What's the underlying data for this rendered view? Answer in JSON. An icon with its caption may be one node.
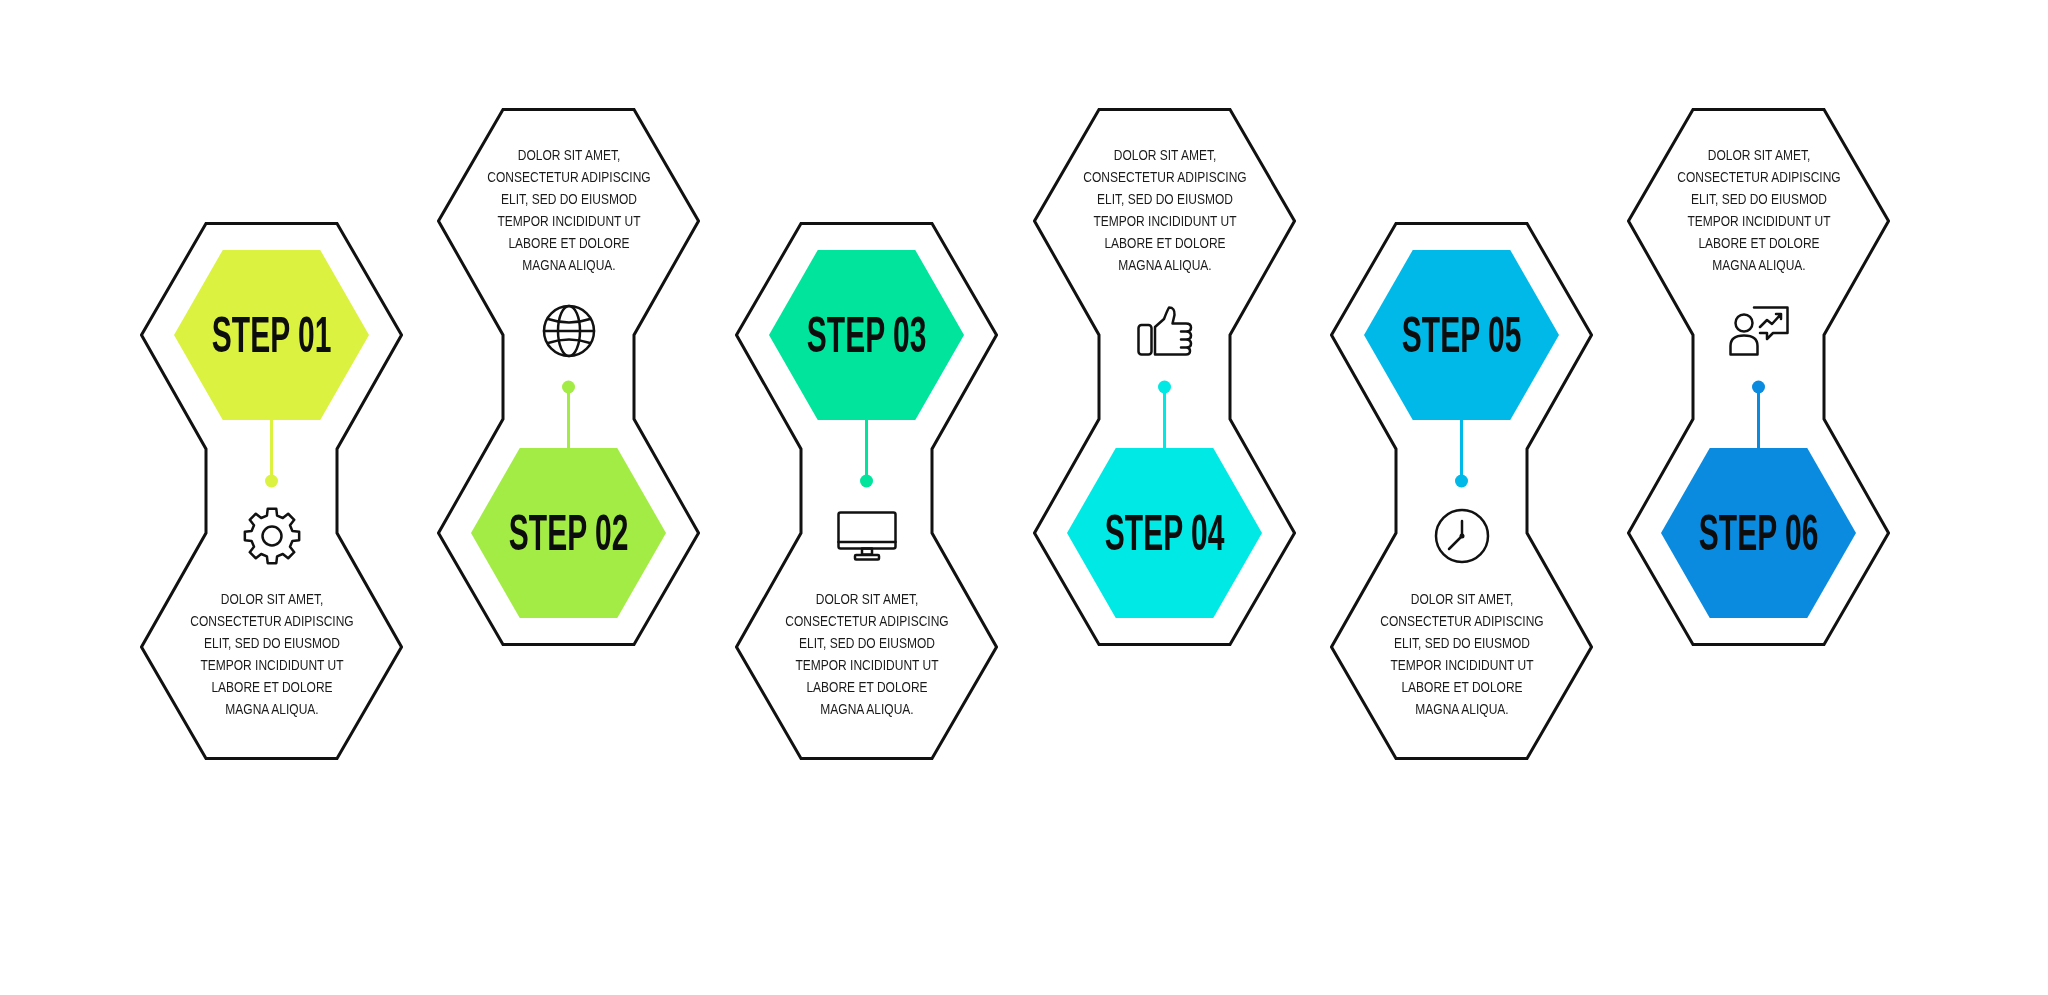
{
  "diagram": {
    "nodes": [
      {
        "text": [
          "DOLOR SIT AMET, CONSECTETUR ADIPISCING ELIT, SED DO EIUSMOD TEMPOR INCIDIDUNT UT LABORE ET DOLORE MAGNA ALIQUA."
        ]
      },
      {
        "text": [
          "STEP 01"
        ],
        "in": 0
      },
      {
        "text": [
          "DOLOR SIT AMET, CONSECTETUR ADIPISCING ELIT, SED DO EIUSMOD TEMPOR INCIDIDUNT UT LABORE ET DOLORE MAGNA ALIQUA."
        ]
      },
      {
        "text": [
          "STEP 02"
        ],
        "in": 2
      },
      {
        "text": [
          "DOLOR SIT AMET, CONSECTETUR ADIPISCING ELIT, SED DO EIUSMOD TEMPOR INCIDIDUNT UT LABORE ET DOLORE MAGNA ALIQUA."
        ]
      },
      {
        "text": [
          "STEP 03"
        ],
        "in": 4
      },
      {
        "text": [
          "DOLOR SIT AMET, CONSECTETUR ADIPISCING ELIT, SED DO EIUSMOD TEMPOR INCIDIDUNT UT LABORE ET DOLORE MAGNA ALIQUA."
        ]
      },
      {
        "text": [
          "STEP 04"
        ],
        "in": 6
      },
      {
        "text": [
          "DOLOR SIT AMET, CONSECTETUR ADIPISCING ELIT, SED DO EIUSMOD TEMPOR INCIDIDUNT UT LABORE ET DOLORE MAGNA ALIQUA."
        ]
      },
      {
        "text": [
          "STEP 05"
        ],
        "in": 8
      },
      {
        "text": [
          "DOLOR SIT AMET, CONSECTETUR ADIPISCING ELIT, SED DO EIUSMOD TEMPOR INCIDIDUNT UT LABORE ET DOLORE MAGNA ALIQUA."
        ]
      },
      {
        "text": [
          "STEP 06"
        ],
        "in": 10
      }
    ],
    "edges": [
      {
        "from": 1,
        "to": null,
        "arrow": "other",
        "color": "#dcf240"
      },
      {
        "from": 3,
        "to": null,
        "arrow": "other",
        "color": "#a3ec45"
      },
      {
        "from": 5,
        "to": null,
        "arrow": "other",
        "color": "#00e49b"
      },
      {
        "from": 7,
        "to": null,
        "arrow": "other",
        "color": "#00e9e4"
      },
      {
        "from": 9,
        "to": null,
        "arrow": "other",
        "color": "#00b9e9"
      },
      {
        "from": 11,
        "to": null,
        "arrow": "other",
        "color": "#0a8be0"
      }
    ]
  }
}
